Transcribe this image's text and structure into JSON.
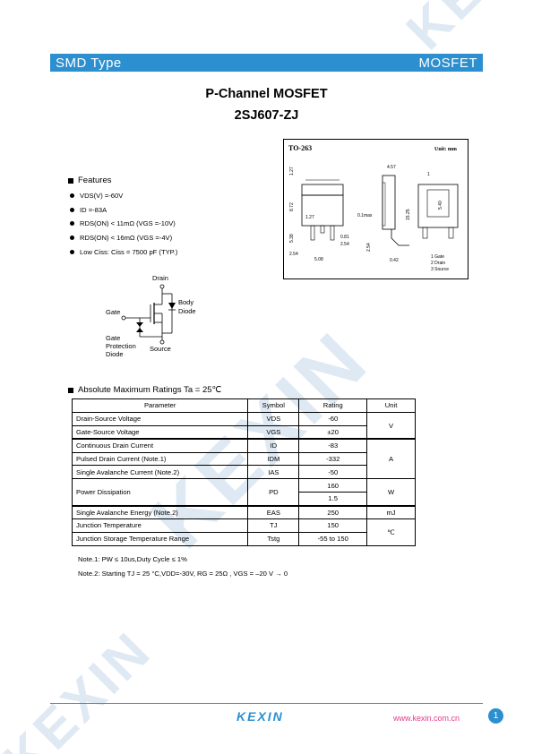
{
  "header": {
    "left": "SMD Type",
    "right": "MOSFET"
  },
  "title": {
    "line1": "P-Channel MOSFET",
    "line2": "2SJ607-ZJ"
  },
  "watermark": {
    "text": "KEXIN"
  },
  "package": {
    "name": "TO-263",
    "unit": "Unit: mm",
    "dims": [
      "1.27",
      "8.72",
      "1.27",
      "5.38",
      "2.54",
      "5.08",
      "0.81",
      "2.54",
      "4.57",
      "0.1max",
      "2.54",
      "0.42",
      "5.40",
      "15.25",
      "1"
    ],
    "pins": [
      "1 Gate",
      "2 Drain",
      "3 Source"
    ]
  },
  "features": {
    "heading": "Features",
    "items": [
      "VDS(V) =-60V",
      "ID =-83A",
      "RDS(ON) < 11mΩ (VGS =-10V)",
      "RDS(ON) < 16mΩ (VGS =-4V)",
      "Low Ciss: Ciss = 7500 pF (TYP.)"
    ]
  },
  "schematic": {
    "drain": "Drain",
    "gate": "Gate",
    "body": "Body",
    "diode": "Diode",
    "gate_prot_1": "Gate",
    "gate_prot_2": "Protection",
    "gate_prot_3": "Diode",
    "source": "Source"
  },
  "ratings": {
    "heading": "Absolute Maximum Ratings Ta = 25℃",
    "headers": [
      "Parameter",
      "Symbol",
      "Rating",
      "Unit"
    ],
    "rows": [
      {
        "param": "Drain-Source Voltage",
        "sym": "VDS",
        "rating": "-60"
      },
      {
        "param": "Gate-Source Voltage",
        "sym": "VGS",
        "rating": "±20"
      },
      {
        "param": "Continuous Drain Current",
        "sym": "ID",
        "rating": "-83"
      },
      {
        "param": "Pulsed Drain Current   (Note.1)",
        "sym": "IDM",
        "rating": "-332"
      },
      {
        "param": "Single Avalanche Current    (Note.2)",
        "sym": "IAS",
        "rating": "-50"
      },
      {
        "param": "Power Dissipation",
        "sym": "PD",
        "rating": "160",
        "rating2": "1.5"
      },
      {
        "param": "Single Avalanche Energy        (Note.2)",
        "sym": "EAS",
        "rating": "250"
      },
      {
        "param": "Junction  Temperature",
        "sym": "TJ",
        "rating": "150"
      },
      {
        "param": "Junction Storage Temperature Range",
        "sym": "Tstg",
        "rating": "-55 to 150"
      }
    ],
    "units": {
      "v": "V",
      "a": "A",
      "w": "W",
      "mj": "mJ",
      "c": "℃"
    }
  },
  "notes": {
    "note1": "Note.1:  PW ≤ 10us,Duty Cycle ≤ 1%",
    "note2": "Note.2: Starting TJ = 25 °C,VDD=-30V, RG = 25Ω , VGS = –20 V → 0"
  },
  "footer": {
    "logo": "KEXIN",
    "url": "www.kexin.com.cn",
    "page": "1"
  },
  "colors": {
    "accent": "#2b8fd0",
    "url": "#e23b8b"
  }
}
